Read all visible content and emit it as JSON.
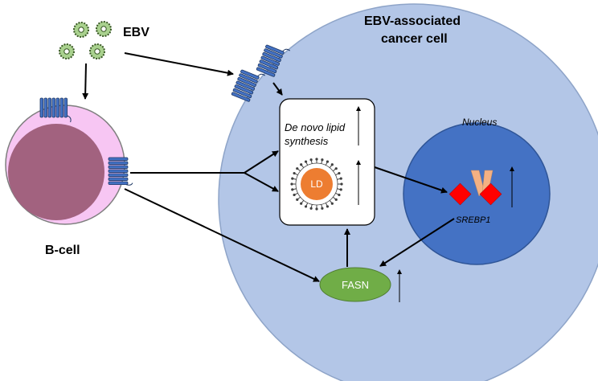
{
  "labels": {
    "ebv": "EBV",
    "cancer_cell_line1": "EBV-associated",
    "cancer_cell_line2": "cancer cell",
    "b_cell": "B-cell",
    "de_novo_line1": "De novo lipid",
    "de_novo_line2": "synthesis",
    "ld": "LD",
    "nucleus": "Nucleus",
    "srebp1": "SREBP1",
    "fasn": "FASN"
  },
  "colors": {
    "cancer_cell_fill": "#b3c6e7",
    "cancer_cell_stroke": "#8ea4c8",
    "nucleus_fill": "#4472c4",
    "b_cell_outer": "#f7c6f3",
    "b_cell_nucleus": "#a2627f",
    "fasn_fill": "#70ad47",
    "ld_fill": "#ed7d31",
    "receptor_fill": "#4472c4",
    "srebp_red": "#ff0000",
    "srebp_arm": "#f4b183",
    "virus_fill": "#a9d18e"
  }
}
